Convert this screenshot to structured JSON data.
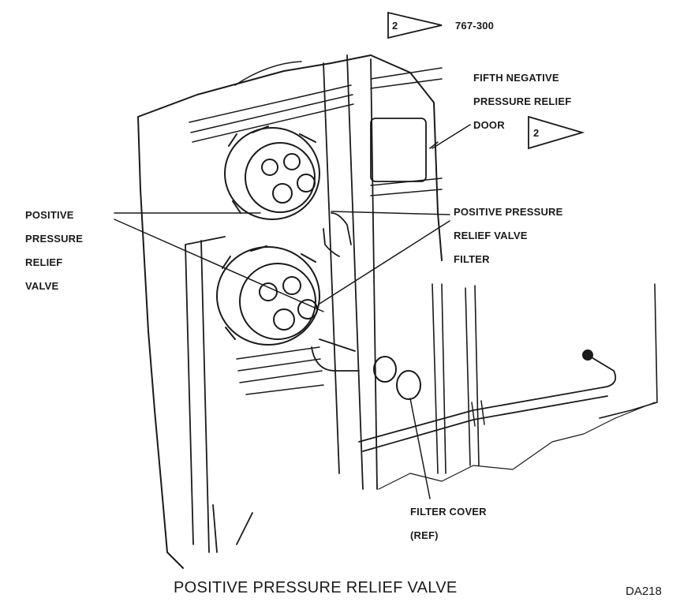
{
  "labels": {
    "effectivity": "767-300",
    "fifth_door": [
      "FIFTH NEGATIVE",
      "PRESSURE RELIEF",
      "DOOR"
    ],
    "positive_pressure_relief_valve": [
      "POSITIVE",
      "PRESSURE",
      "RELIEF",
      "VALVE"
    ],
    "positive_pressure_relief_valve_filter": [
      "POSITIVE PRESSURE",
      "RELIEF VALVE",
      "FILTER"
    ],
    "filter_cover": [
      "FILTER COVER",
      "(REF)"
    ],
    "note_flag_number": "2"
  },
  "caption": {
    "title": "POSITIVE PRESSURE RELIEF VALVE",
    "figure_id": "DA218"
  },
  "colors": {
    "ink": "#1a1a1a",
    "paper": "#ffffff"
  }
}
